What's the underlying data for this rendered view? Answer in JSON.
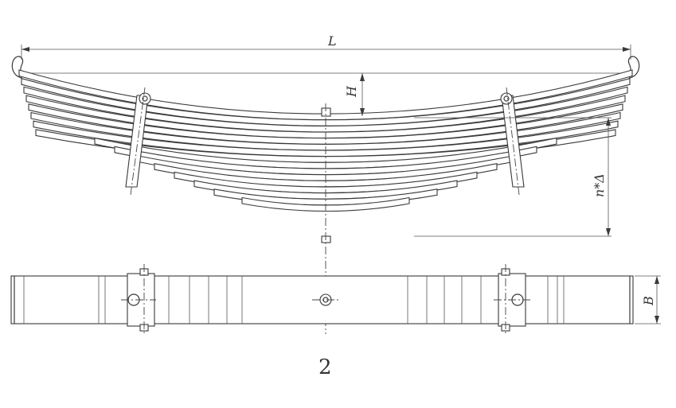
{
  "labels": {
    "length": "L",
    "height": "H",
    "stack": "n*Δ",
    "width": "B",
    "figure_number": "2"
  },
  "colors": {
    "line": "#3a3a3a",
    "background": "#ffffff"
  }
}
